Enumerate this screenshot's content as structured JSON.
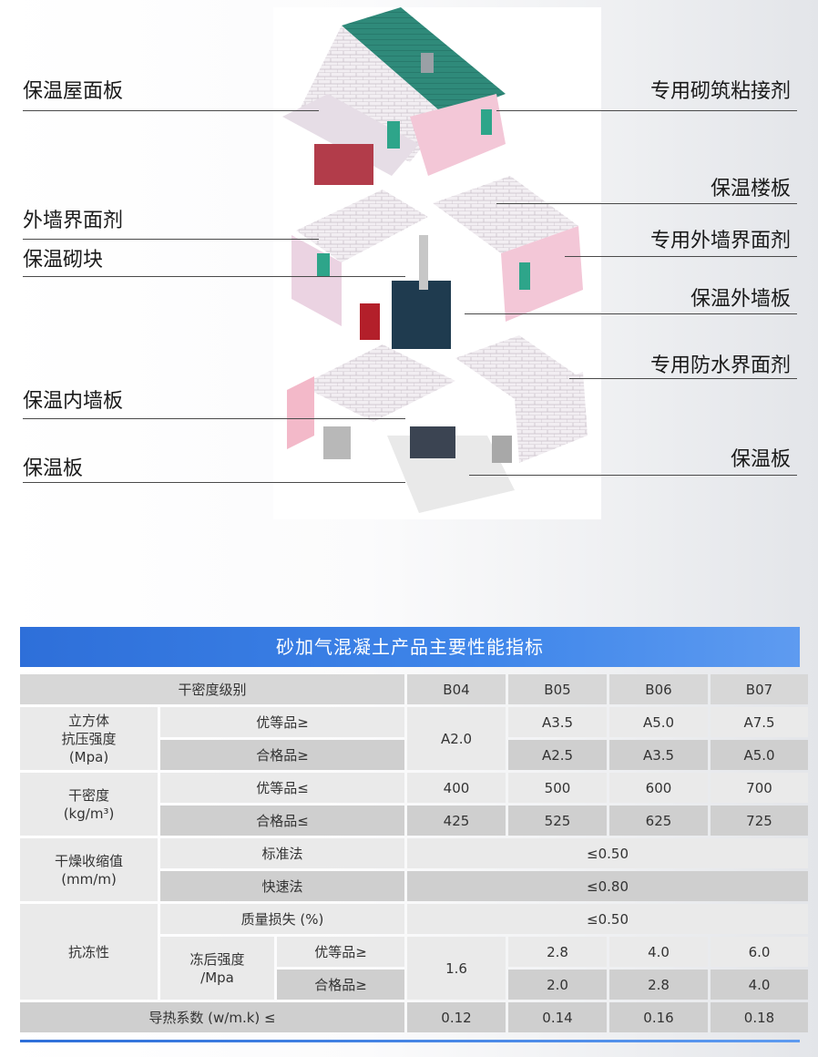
{
  "callouts": {
    "left": [
      "保温屋面板",
      "外墙界面剂",
      "保温砌块",
      "保温内墙板",
      "保温板"
    ],
    "right": [
      "专用砌筑粘接剂",
      "保温楼板",
      "专用外墙界面剂",
      "保温外墙板",
      "专用防水界面剂",
      "保温板"
    ]
  },
  "table": {
    "title": "砂加气混凝土产品主要性能指标",
    "dry_density_grade": "干密度级别",
    "grades": [
      "B04",
      "B05",
      "B06",
      "B07"
    ],
    "compressive": {
      "label_lines": [
        "立方体",
        "抗压强度",
        "(Mpa)"
      ],
      "superior_label": "优等品≥",
      "qualified_label": "合格品≥",
      "b04": "A2.0",
      "superior": [
        "A3.5",
        "A5.0",
        "A7.5"
      ],
      "qualified": [
        "A2.5",
        "A3.5",
        "A5.0"
      ]
    },
    "density": {
      "label_lines": [
        "干密度",
        "(kg/m³)"
      ],
      "superior_label": "优等品≤",
      "qualified_label": "合格品≤",
      "superior": [
        "400",
        "500",
        "600",
        "700"
      ],
      "qualified": [
        "425",
        "525",
        "625",
        "725"
      ]
    },
    "shrinkage": {
      "label_lines": [
        "干燥收缩值",
        "(mm/m)"
      ],
      "standard_label": "标准法",
      "standard_value": "≤0.50",
      "fast_label": "快速法",
      "fast_value": "≤0.80"
    },
    "frost": {
      "label": "抗冻性",
      "mass_loss_label": "质量损失 (%)",
      "mass_loss_value": "≤0.50",
      "strength_label_lines": [
        "冻后强度",
        "/Mpa"
      ],
      "superior_label": "优等品≥",
      "qualified_label": "合格品≥",
      "b04": "1.6",
      "superior": [
        "2.8",
        "4.0",
        "6.0"
      ],
      "qualified": [
        "2.0",
        "2.8",
        "4.0"
      ]
    },
    "thermal": {
      "label": "导热系数 (w/m.k) ≤",
      "values": [
        "0.12",
        "0.14",
        "0.16",
        "0.18"
      ]
    }
  }
}
